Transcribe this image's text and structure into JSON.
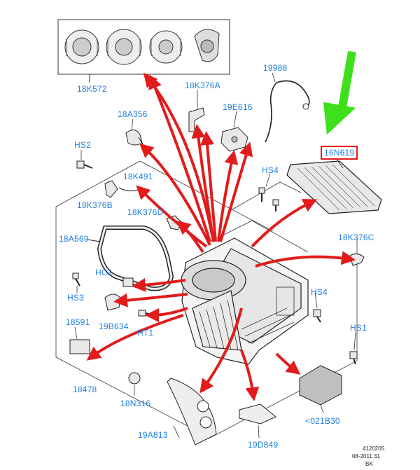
{
  "parts": {
    "p18K572": "18K572",
    "p18K376A": "18K376A",
    "p19988": "19988",
    "p18A356": "18A356",
    "p19E616": "19E616",
    "p16N619": "16N619",
    "pHS2": "HS2",
    "p18K491": "18K491",
    "pHS4a": "HS4",
    "p18K376B": "18K376B",
    "p18K376D": "18K376D",
    "p18A569": "18A569",
    "p18K376C": "18K376C",
    "pHC1": "HC1",
    "pHS3": "HS3",
    "pHS4b": "HS4",
    "p19B634": "19B634",
    "pHT1": "HT1",
    "p18591": "18591",
    "pHS1": "HS1",
    "p18478": "18478",
    "p18N316": "18N316",
    "p021B30": "<021B30",
    "p19A813": "19A813",
    "p19D849": "19D849"
  },
  "footer": {
    "ref": "4120205",
    "date": "08-2011 31",
    "code": "BK"
  },
  "colors": {
    "label": "#1f7fe0",
    "arrow": "#e21b1b",
    "highlight_arrow": "#3ee01b",
    "highlight_box": "#e21b1b"
  }
}
